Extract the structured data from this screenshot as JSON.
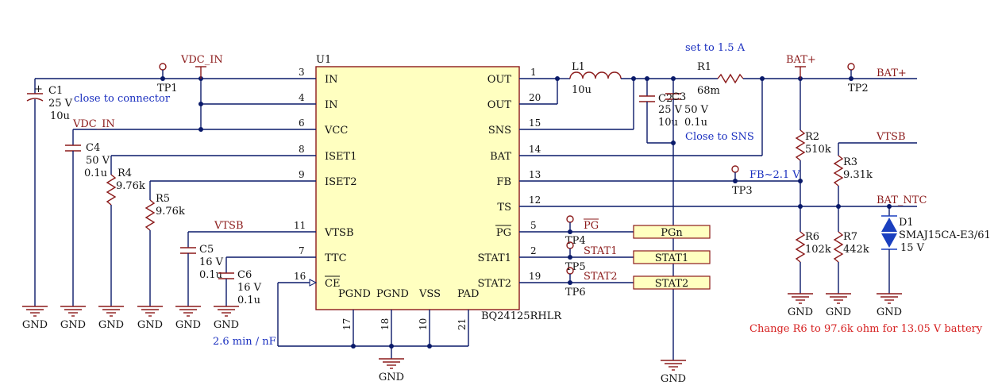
{
  "ic": {
    "ref": "U1",
    "part": "BQ24125RHLR",
    "left_pins": [
      {
        "num": "3",
        "name": "IN"
      },
      {
        "num": "4",
        "name": "IN"
      },
      {
        "num": "6",
        "name": "VCC"
      },
      {
        "num": "8",
        "name": "ISET1"
      },
      {
        "num": "9",
        "name": "ISET2"
      },
      {
        "num": "11",
        "name": "VTSB"
      },
      {
        "num": "7",
        "name": "TTC"
      },
      {
        "num": "16",
        "name": "CE"
      }
    ],
    "right_pins": [
      {
        "num": "1",
        "name": "OUT"
      },
      {
        "num": "20",
        "name": "OUT"
      },
      {
        "num": "15",
        "name": "SNS"
      },
      {
        "num": "14",
        "name": "BAT"
      },
      {
        "num": "13",
        "name": "FB"
      },
      {
        "num": "12",
        "name": "TS"
      },
      {
        "num": "5",
        "name": "PG"
      },
      {
        "num": "2",
        "name": "STAT1"
      },
      {
        "num": "19",
        "name": "STAT2"
      }
    ],
    "bottom_pins": [
      {
        "num": "17",
        "name": "PGND"
      },
      {
        "num": "18",
        "name": "PGND"
      },
      {
        "num": "10",
        "name": "VSS"
      },
      {
        "num": "21",
        "name": "PAD"
      }
    ]
  },
  "components": {
    "c1": {
      "ref": "C1",
      "voltage": "25 V",
      "value": "10u",
      "plus": "+"
    },
    "c4": {
      "ref": "C4",
      "voltage": "50 V",
      "value": "0.1u"
    },
    "r4": {
      "ref": "R4",
      "value": "9.76k"
    },
    "r5": {
      "ref": "R5",
      "value": "9.76k"
    },
    "c5": {
      "ref": "C5",
      "voltage": "16 V",
      "value": "0.1u"
    },
    "c6": {
      "ref": "C6",
      "voltage": "16 V",
      "value": "0.1u"
    },
    "l1": {
      "ref": "L1",
      "value": "10u"
    },
    "c2": {
      "ref": "C2",
      "voltage": "25 V",
      "value": "10u"
    },
    "c3": {
      "ref": "C3",
      "voltage": "50 V",
      "value": "0.1u"
    },
    "r1": {
      "ref": "R1",
      "value": "68m"
    },
    "r2": {
      "ref": "R2",
      "value": "510k"
    },
    "r3": {
      "ref": "R3",
      "value": "9.31k"
    },
    "r6": {
      "ref": "R6",
      "value": "102k"
    },
    "r7": {
      "ref": "R7",
      "value": "442k"
    },
    "d1": {
      "ref": "D1",
      "part": "SMAJ15CA-E3/61",
      "value": "15 V"
    }
  },
  "test_points": {
    "tp1": "TP1",
    "tp2": "TP2",
    "tp3": "TP3",
    "tp4": "TP4",
    "tp5": "TP5",
    "tp6": "TP6"
  },
  "nets": {
    "vdc_in_top": "VDC_IN",
    "vdc_in_left": "VDC_IN",
    "vtsb_left": "VTSB",
    "vtsb_right": "VTSB",
    "bat_plus_port": "BAT+",
    "bat_plus_label": "BAT+",
    "bat_ntc": "BAT_NTC",
    "pg": "PG",
    "stat1": "STAT1",
    "stat2": "STAT2",
    "fb_voltage": "FB~2.1 V"
  },
  "ports": {
    "pgn": "PGn",
    "stat1": "STAT1",
    "stat2": "STAT2"
  },
  "gnd_label": "GND",
  "notes": {
    "connector": "close to connector",
    "current": "set to 1.5 A",
    "sns": "Close to SNS",
    "ttc": "2.6 min / nF",
    "r6_change": "Change R6 to 97.6k ohm for 13.05 V battery"
  }
}
